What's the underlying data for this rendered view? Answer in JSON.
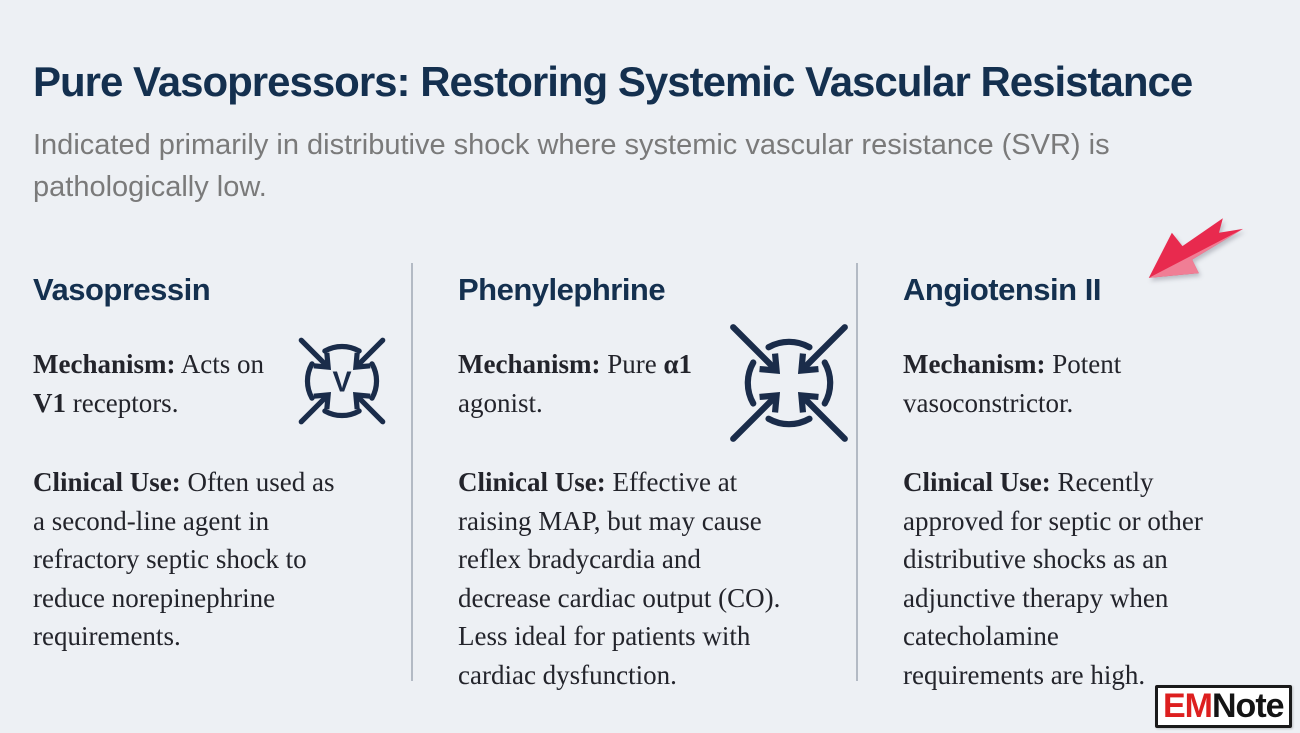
{
  "page": {
    "title": "Pure Vasopressors: Restoring Systemic Vascular Resistance",
    "subtitle": "Indicated primarily in distributive shock where systemic vascular resistance (SVR) is\npathologically low."
  },
  "columns": [
    {
      "name": "Vasopressin",
      "mechanism_label": "Mechanism:",
      "mechanism_pre": " Acts on\n",
      "mechanism_bold": "V1",
      "mechanism_post": " receptors.",
      "icon": "arrows-converging-on-v",
      "icon_letter": "V",
      "clinical_label": "Clinical Use:",
      "clinical_text": " Often used as\na second-line agent in\nrefractory septic shock to\nreduce norepinephrine\nrequirements."
    },
    {
      "name": "Phenylephrine",
      "mechanism_label": "Mechanism:",
      "mechanism_pre": " Pure ",
      "mechanism_bold": "α1",
      "mechanism_post": "\nagonist.",
      "icon": "arrows-converging",
      "clinical_label": "Clinical Use:",
      "clinical_text": " Effective at\nraising MAP, but may cause\nreflex bradycardia and\ndecrease cardiac output (CO).\nLess ideal for patients with\ncardiac dysfunction."
    },
    {
      "name": "Angiotensin II",
      "mechanism_label": "Mechanism:",
      "mechanism_pre": " Potent\nvasoconstrictor.",
      "mechanism_bold": "",
      "mechanism_post": "",
      "icon": null,
      "clinical_label": "Clinical Use:",
      "clinical_text": " Recently\napproved for septic or other\ndistributive shocks as an\nadjunctive therapy when\ncatecholamine\nrequirements are high."
    }
  ],
  "annotations": {
    "pointer_arrow_target": "Angiotensin II"
  },
  "brand": {
    "part1": "EM",
    "part2": "Note"
  },
  "colors": {
    "background": "#edf0f4",
    "heading_navy": "#14304f",
    "body_text": "#23242b",
    "subtitle_gray": "#7a7a7a",
    "divider": "#b3bac4",
    "icon_navy": "#1a2c4a",
    "arrow_red": "#e82a4e",
    "arrow_red_light": "#f07e95",
    "brand_red": "#dd1f1f",
    "brand_black": "#141414"
  }
}
